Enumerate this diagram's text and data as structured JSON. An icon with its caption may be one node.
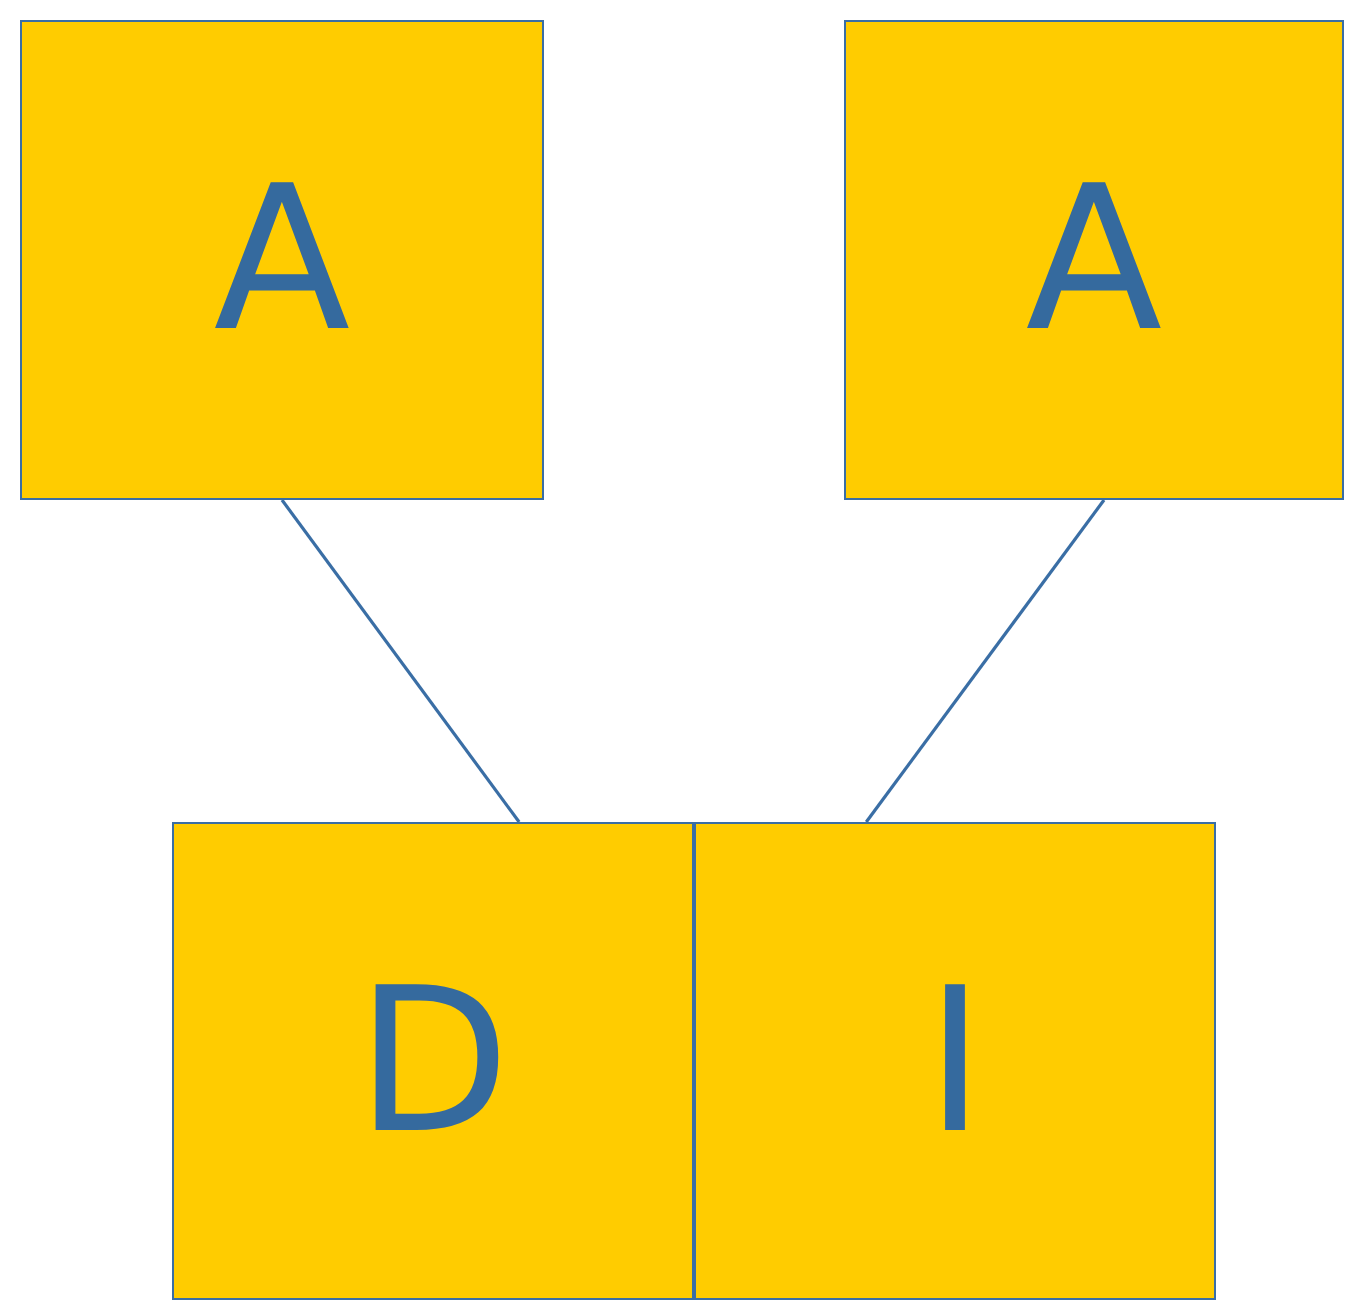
{
  "diagram": {
    "nodes": [
      {
        "text": [
          "A"
        ]
      },
      {
        "text": [
          "A"
        ]
      },
      {
        "text": [
          "D"
        ]
      },
      {
        "text": [
          "I"
        ]
      }
    ],
    "edges": [
      {
        "from": 0,
        "to": 2,
        "arrow": "none"
      },
      {
        "from": 1,
        "to": 3,
        "arrow": "none"
      }
    ]
  }
}
